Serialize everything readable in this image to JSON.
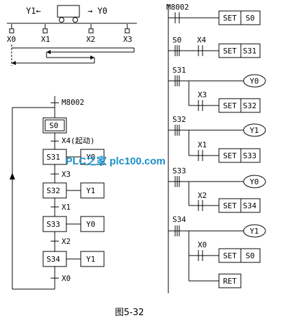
{
  "cart": {
    "left_label": "Y1←",
    "right_label": "→ Y0"
  },
  "limit_switches": [
    "X0",
    "X1",
    "X2",
    "X3"
  ],
  "sfc": {
    "init_signal": "M8002",
    "init_step": "S0",
    "start_transition": "X4(起动)",
    "steps": [
      {
        "name": "S31",
        "output": "Y0"
      },
      {
        "name": "S32",
        "output": "Y1"
      },
      {
        "name": "S33",
        "output": "Y0"
      },
      {
        "name": "S34",
        "output": "Y1"
      }
    ],
    "transitions": [
      "X3",
      "X1",
      "X2",
      "X0"
    ]
  },
  "ladder": {
    "init_contact": "M8002",
    "set_label": "SET",
    "ret_label": "RET",
    "rungs": [
      {
        "contacts": [
          "S0",
          "X4"
        ],
        "set": "S31"
      },
      {
        "step": "S31",
        "out": "Y0",
        "cond": "X3",
        "set": "S32"
      },
      {
        "step": "S32",
        "out": "Y1",
        "cond": "X1",
        "set": "S33"
      },
      {
        "step": "S33",
        "out": "Y0",
        "cond": "X2",
        "set": "S34"
      },
      {
        "step": "S34",
        "out": "Y1",
        "cond": "X0",
        "set": "S0"
      }
    ],
    "init_set": "S0"
  },
  "watermark": "PLC之家 plc100.com",
  "caption": "图5-32"
}
